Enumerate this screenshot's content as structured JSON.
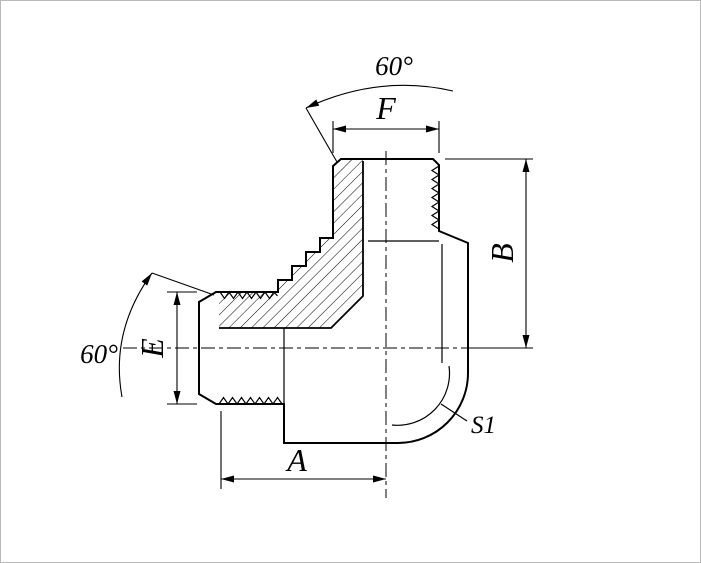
{
  "drawing": {
    "labels": {
      "top_angle": "60°",
      "left_angle": "60°",
      "top_width": "F",
      "right_height": "B",
      "left_height": "E",
      "bottom_width": "A",
      "corner_size": "S1"
    },
    "colors": {
      "line": "#000000",
      "background": "#ffffff"
    }
  }
}
